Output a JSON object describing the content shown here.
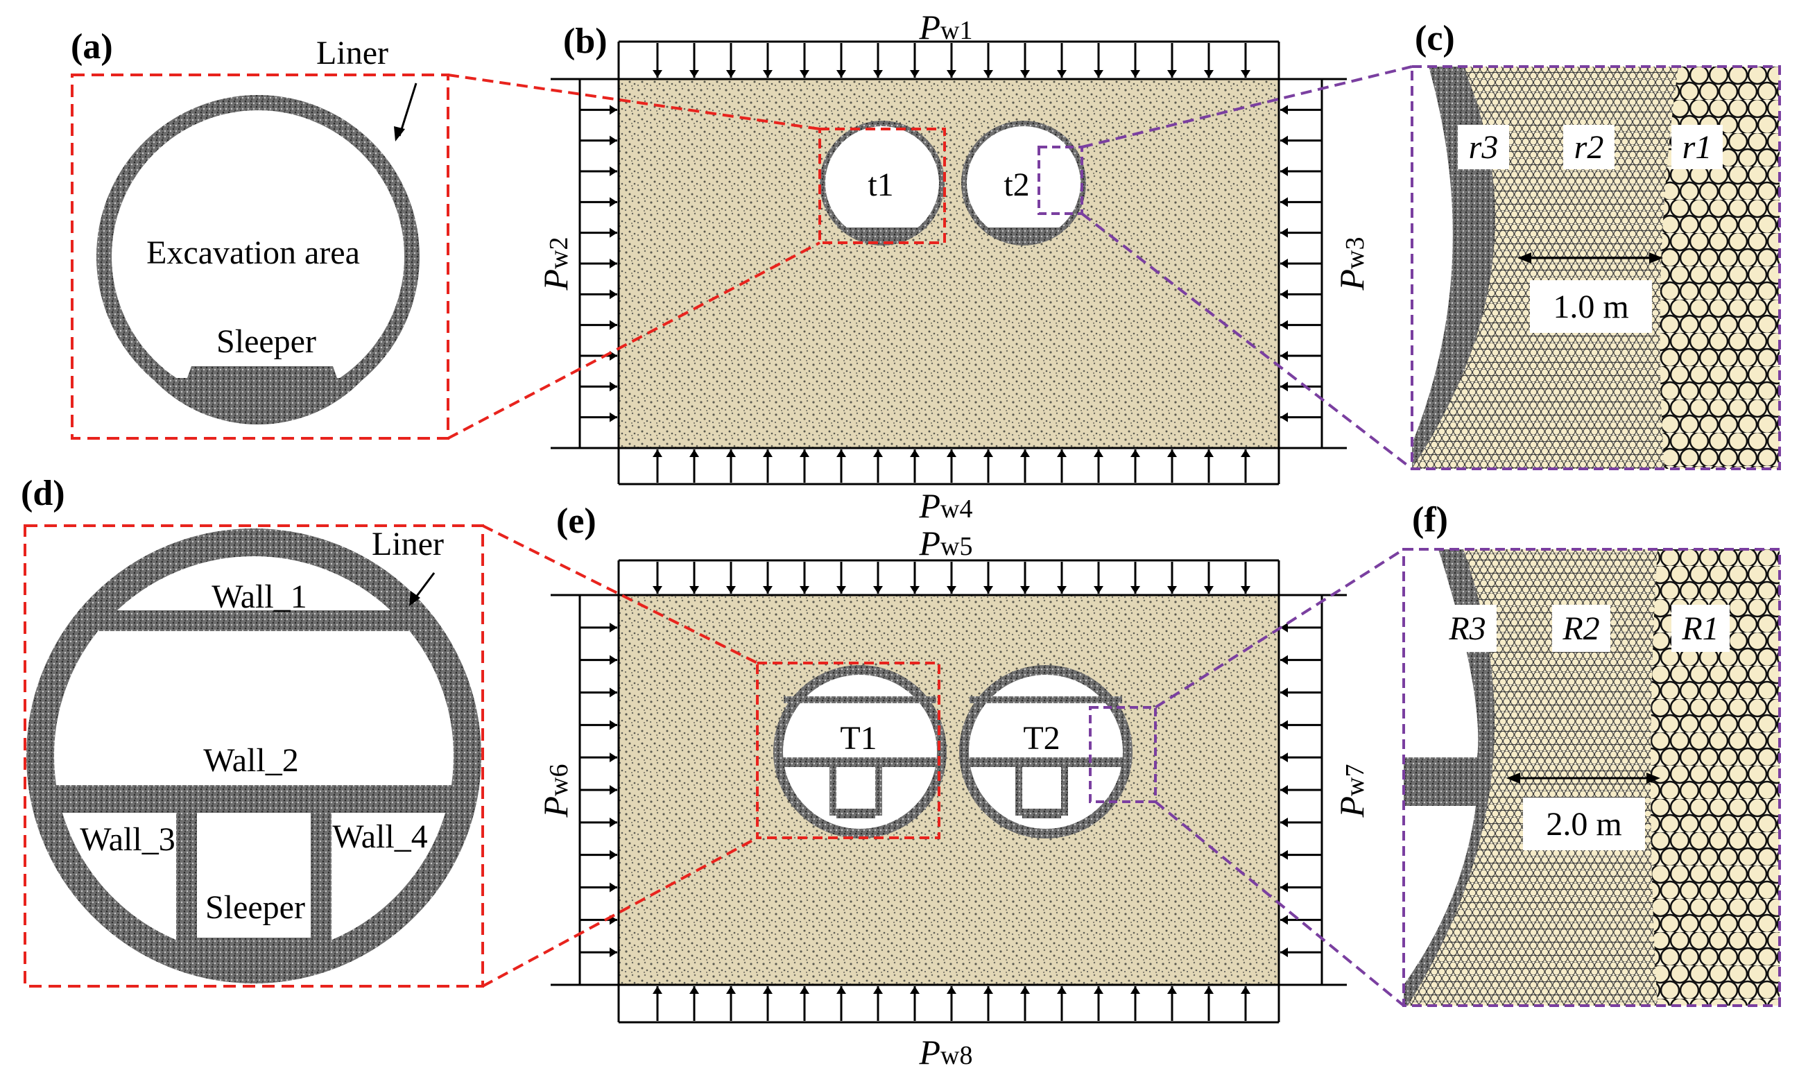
{
  "panels": {
    "a": {
      "tag": "(a)",
      "liner": "Liner",
      "excavation": "Excavation area",
      "sleeper": "Sleeper"
    },
    "b": {
      "tag": "(b)",
      "pressures": [
        "Pw1",
        "Pw2",
        "Pw3",
        "Pw4"
      ],
      "tunnels": [
        "t1",
        "t2"
      ]
    },
    "c": {
      "tag": "(c)",
      "regions": [
        "r3",
        "r2",
        "r1"
      ],
      "distance": "1.0 m"
    },
    "d": {
      "tag": "(d)",
      "liner": "Liner",
      "walls": [
        "Wall_1",
        "Wall_2",
        "Wall_3",
        "Wall_4"
      ],
      "sleeper": "Sleeper"
    },
    "e": {
      "tag": "(e)",
      "pressures": [
        "Pw5",
        "Pw6",
        "Pw7",
        "Pw8"
      ],
      "tunnels": [
        "T1",
        "T2"
      ]
    },
    "f": {
      "tag": "(f)",
      "regions": [
        "R3",
        "R2",
        "R1"
      ],
      "distance": "2.0 m"
    }
  },
  "colors": {
    "soil": "#e2d7b6",
    "soil_dot": "#5a5a52",
    "liner": "#777777",
    "particle": "#f6ecc9",
    "red_dash": "#e8231d",
    "purple_dash": "#7a3fa0"
  }
}
